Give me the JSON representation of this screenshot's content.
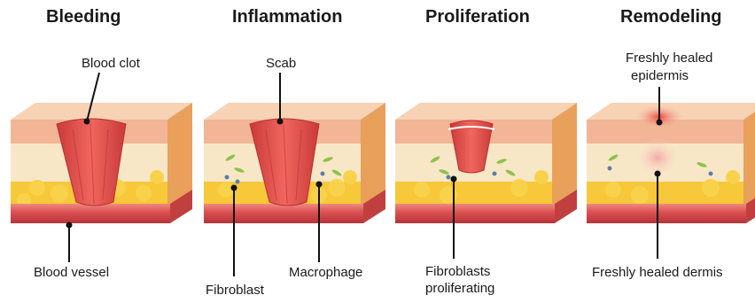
{
  "stages": [
    {
      "title": "Bleeding",
      "labels": {
        "top": "Blood clot",
        "bottom": "Blood vessel"
      }
    },
    {
      "title": "Inflammation",
      "labels": {
        "top": "Scab",
        "bottom_left": "Fibroblast",
        "bottom_right": "Macrophage"
      }
    },
    {
      "title": "Proliferation",
      "labels": {
        "bottom_line1": "Fibroblasts",
        "bottom_line2": "proliferating"
      }
    },
    {
      "title": "Remodeling",
      "labels": {
        "top_line1": "Freshly healed",
        "top_line2": "epidermis",
        "bottom": "Freshly healed dermis"
      }
    }
  ],
  "colors": {
    "skin_top": "#f6c9a8",
    "epidermis": "#f2b596",
    "dermis": "#f8e7c7",
    "fat": "#f7c839",
    "side": "#e8a05a",
    "vessel": "#d94f52",
    "clot": "#e9514d"
  }
}
